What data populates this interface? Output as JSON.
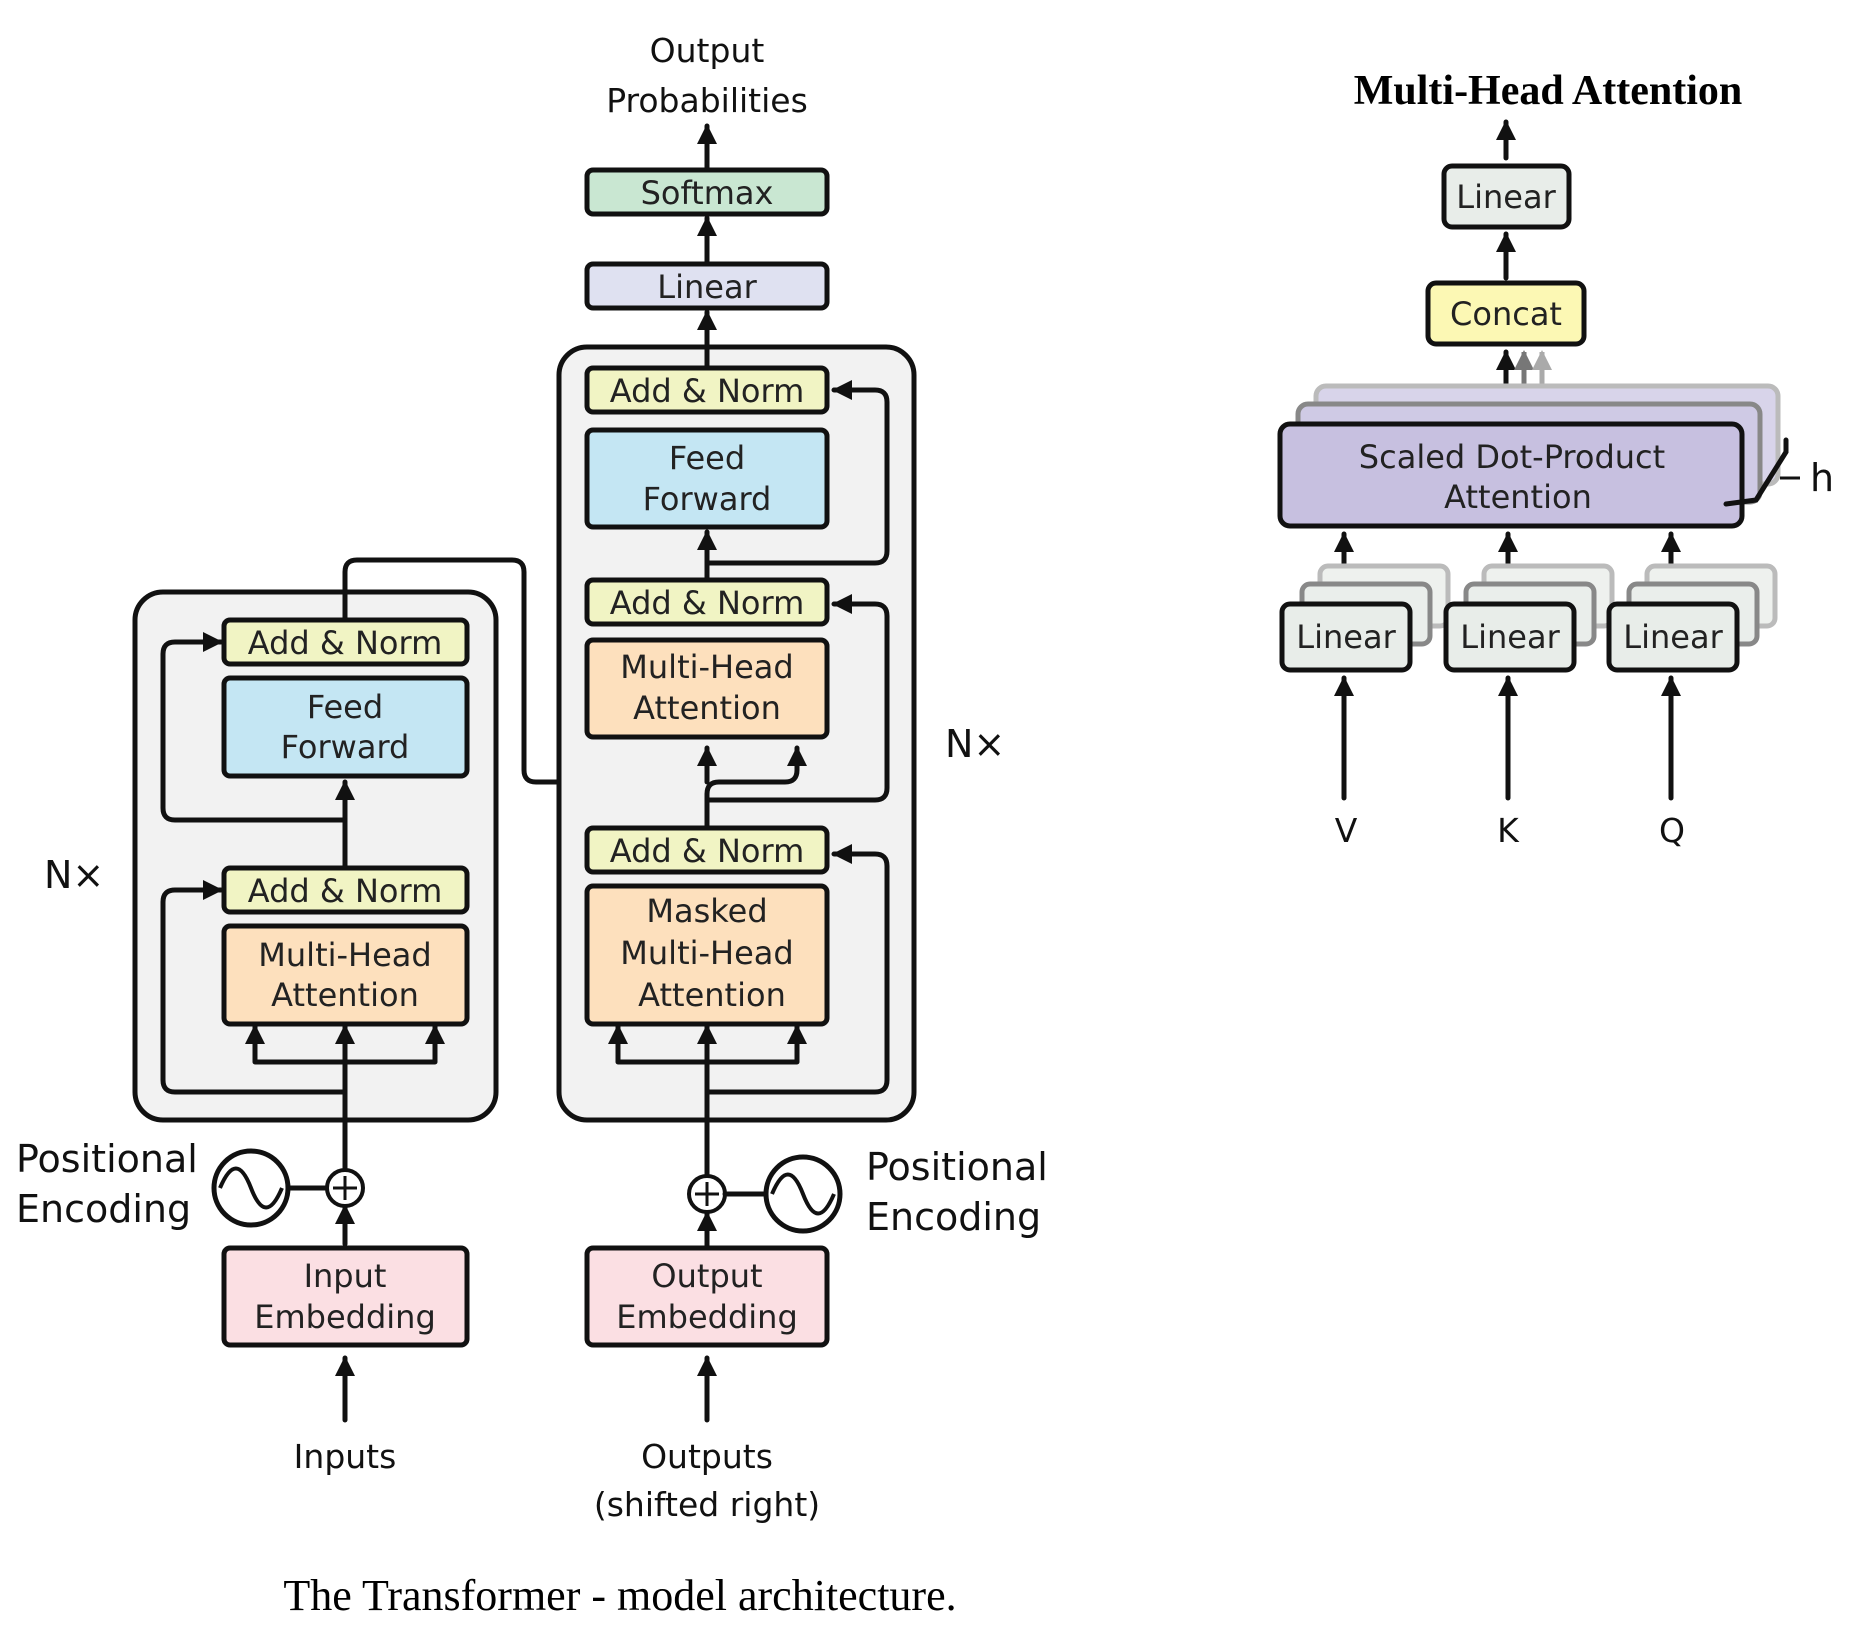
{
  "caption": "The Transformer - model architecture.",
  "encoder": {
    "inputs": "Inputs",
    "input_embedding": [
      "Input",
      "Embedding"
    ],
    "positional_encoding": [
      "Positional",
      "Encoding"
    ],
    "repeat": "N×",
    "mha": [
      "Multi-Head",
      "Attention"
    ],
    "add_norm_1": "Add & Norm",
    "feed_forward": [
      "Feed",
      "Forward"
    ],
    "add_norm_2": "Add & Norm"
  },
  "decoder": {
    "outputs": [
      "Outputs",
      "(shifted right)"
    ],
    "output_embedding": [
      "Output",
      "Embedding"
    ],
    "positional_encoding": [
      "Positional",
      "Encoding"
    ],
    "repeat": "N×",
    "masked_mha": [
      "Masked",
      "Multi-Head",
      "Attention"
    ],
    "add_norm_1": "Add & Norm",
    "mha": [
      "Multi-Head",
      "Attention"
    ],
    "add_norm_2": "Add & Norm",
    "feed_forward": [
      "Feed",
      "Forward"
    ],
    "add_norm_3": "Add & Norm",
    "linear": "Linear",
    "softmax": "Softmax",
    "output": [
      "Output",
      "Probabilities"
    ]
  },
  "multi_head": {
    "title": "Multi-Head Attention",
    "linear_top": "Linear",
    "concat": "Concat",
    "sdpa": [
      "Scaled Dot-Product",
      "Attention"
    ],
    "h": "h",
    "linear_v": "Linear",
    "linear_k": "Linear",
    "linear_q": "Linear",
    "v": "V",
    "k": "K",
    "q": "Q"
  },
  "colors": {
    "add_norm": "#f1f4c4",
    "feed_forward": "#c4e6f3",
    "attention": "#fde0bd",
    "embedding": "#fbdfe3",
    "linear": "#dfe1f1",
    "softmax": "#c9e7d2",
    "layer_bg": "#f2f2f2",
    "mh_linear": "#e8ede9",
    "concat": "#fcf8b4",
    "sdpa": "#c7c0e0"
  }
}
